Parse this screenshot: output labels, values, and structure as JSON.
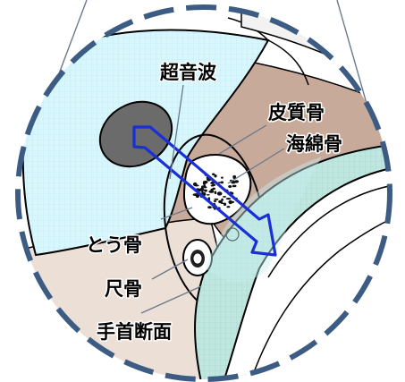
{
  "labels": {
    "ultrasound": "超音波",
    "cortical_bone": "皮質骨",
    "cancellous_bone": "海綿骨",
    "radius": "とう骨",
    "ulna": "尺骨",
    "wrist_section": "手首断面"
  },
  "colors": {
    "probe_cyan": "#d8f6fb",
    "soft_tissue_brown": "#c8aa9a",
    "skin_beige": "#ecdfd6",
    "bone_teal": "#bfe6df",
    "overlay_cyan": "#c8eef0",
    "transducer_gray": "#6b6b6b",
    "beam_blue": "#1a2fd6",
    "dashed_border": "#3c5c84"
  },
  "icons": {
    "beam": "ultrasound-beam-arrow",
    "transducer": "transducer-ellipse"
  }
}
